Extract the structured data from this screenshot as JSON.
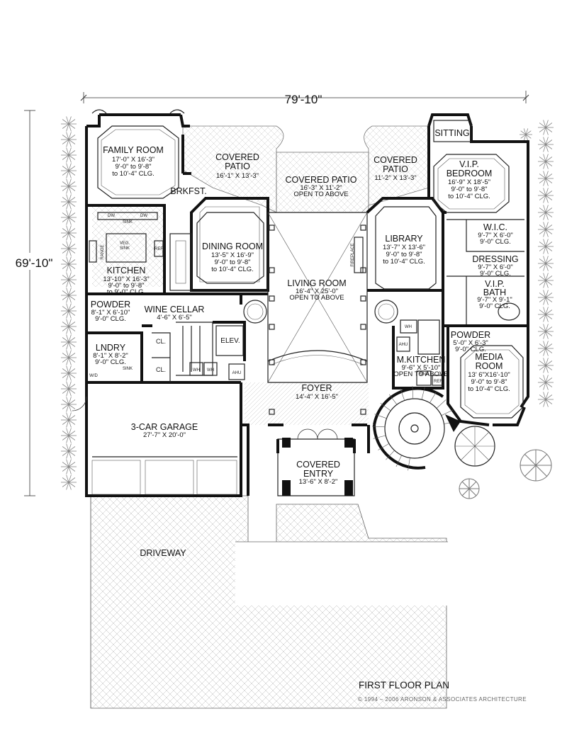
{
  "dimensions": {
    "width_label": "79'-10\"",
    "depth_label": "69'-10\""
  },
  "rooms": [
    {
      "id": "family",
      "name": "FAMILY ROOM",
      "lines": [
        "17'-0\" X 16'-3\"",
        "9'-0\" to 9'-8\"",
        "to 10'-4\" CLG."
      ]
    },
    {
      "id": "covered-patio-left",
      "name": "COVERED",
      "lines": [
        "PATIO",
        "16'-1\" X 13'-3\""
      ]
    },
    {
      "id": "covered-patio-center",
      "name": "COVERED PATIO",
      "lines": [
        "16'-3\" X 11'-2\"",
        "OPEN TO ABOVE"
      ]
    },
    {
      "id": "covered-patio-right",
      "name": "COVERED",
      "lines": [
        "PATIO",
        "11'-2\" X 13'-3\""
      ]
    },
    {
      "id": "sitting",
      "name": "SITTING",
      "lines": []
    },
    {
      "id": "vip-bedroom",
      "name": "V.I.P.",
      "lines": [
        "BEDROOM",
        "16'-9\" X 18'-5\"",
        "9'-0\" to 9'-8\"",
        "to 10'-4\" CLG."
      ]
    },
    {
      "id": "brkfst",
      "name": "BRKFST.",
      "lines": []
    },
    {
      "id": "dining",
      "name": "DINING ROOM",
      "lines": [
        "13'-5\" X 16'-9\"",
        "9'-0\" to 9'-8\"",
        "to 10'-4\" CLG."
      ]
    },
    {
      "id": "library",
      "name": "LIBRARY",
      "lines": [
        "13'-7\" X 13'-6\"",
        "9'-0\" to 9'-8\"",
        "to 10'-4\" CLG."
      ]
    },
    {
      "id": "wic",
      "name": "W.I.C.",
      "lines": [
        "9'-7\" X 6'-0\"",
        "9'-0\" CLG."
      ]
    },
    {
      "id": "dressing",
      "name": "DRESSING",
      "lines": [
        "9'-7\" X 6'-0\"",
        "9'-0\" CLG."
      ]
    },
    {
      "id": "vip-bath",
      "name": "V.I.P.",
      "lines": [
        "BATH",
        "9'-7\" X 9'-1\"",
        "9'-0\" CLG."
      ]
    },
    {
      "id": "kitchen",
      "name": "KITCHEN",
      "lines": [
        "13'-10\" X 16'-3\"",
        "9'-0\" to 9'-8\"",
        "to 9'-0\" CLG."
      ]
    },
    {
      "id": "living",
      "name": "LIVING ROOM",
      "lines": [
        "16'-4\" X 25'-0\"",
        "OPEN TO ABOVE"
      ]
    },
    {
      "id": "powder-left",
      "name": "POWDER",
      "lines": [
        "8'-1\" X 6'-10\"",
        "9'-0\" CLG."
      ]
    },
    {
      "id": "wine",
      "name": "WINE CELLAR",
      "lines": [
        "4'-6\" X 6'-5\""
      ]
    },
    {
      "id": "powder-right",
      "name": "POWDER",
      "lines": [
        "5'-0\" X 6'-3\"",
        "9'-0\" CLG."
      ]
    },
    {
      "id": "media",
      "name": "MEDIA",
      "lines": [
        "ROOM",
        "13' 6\"X16'-10\"",
        "9'-0\" to 9'-8\"",
        "to 10'-4\" CLG."
      ]
    },
    {
      "id": "lndry",
      "name": "LNDRY",
      "lines": [
        "8'-1\" X 8'-2\"",
        "9'-0\" CLG."
      ]
    },
    {
      "id": "elev",
      "name": "ELEV.",
      "lines": []
    },
    {
      "id": "m-kitchen",
      "name": "M.KITCHEN",
      "lines": [
        "9'-6\" X 5'-10\"",
        "OPEN TO ABOVE"
      ]
    },
    {
      "id": "foyer",
      "name": "FOYER",
      "lines": [
        "14'-4\" X 16'-5\""
      ]
    },
    {
      "id": "garage",
      "name": "3-CAR GARAGE",
      "lines": [
        "27'-7\" X 20'-0\""
      ]
    },
    {
      "id": "covered-entry",
      "name": "COVERED",
      "lines": [
        "ENTRY",
        "13'-6\" X 8'-2\""
      ]
    },
    {
      "id": "driveway",
      "name": "DRIVEWAY",
      "lines": []
    }
  ],
  "fixtures": {
    "dw": "DW",
    "sink": "SINK",
    "veg_sink": "VEG.",
    "veg_sink2": "SINK",
    "range": "RANGE",
    "ref": "REF",
    "fireplace": "FIREPLACE",
    "cl": "CL.",
    "wh": "WH",
    "ahu": "AHU",
    "wd": "W/D"
  },
  "footer": {
    "title": "FIRST FLOOR PLAN",
    "copyright": "© 1994 – 2006 ARONSON & ASSOCIATES ARCHITECTURE"
  }
}
